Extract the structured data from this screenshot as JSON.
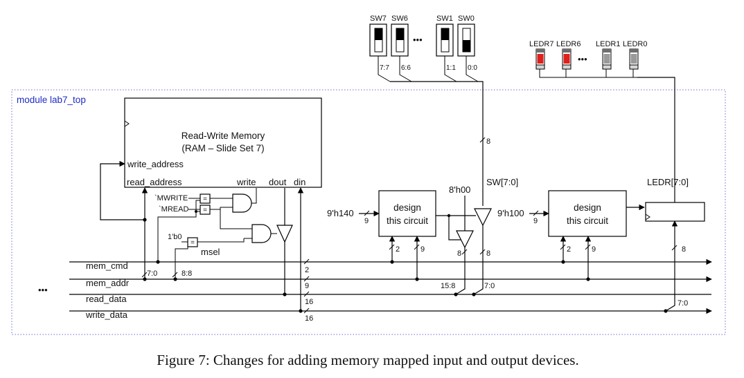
{
  "module_label": "module lab7_top",
  "memory": {
    "title": "Read-Write Memory",
    "subtitle": "(RAM – Slide Set 7)",
    "write_address": "write_address",
    "read_address": "read_address",
    "write": "write",
    "dout": "dout",
    "din": "din"
  },
  "switches": {
    "labels": [
      "SW7",
      "SW6",
      "SW1",
      "SW0"
    ],
    "bits": [
      "7:7",
      "6:6",
      "1:1",
      "0:0"
    ],
    "ellipsis": "•••"
  },
  "leds": {
    "labels": [
      "LEDR7",
      "LEDR6",
      "LEDR1",
      "LEDR0"
    ],
    "ellipsis": "•••",
    "colors": [
      "#e0201a",
      "#e0201a",
      "#9a9a9a",
      "#9a9a9a"
    ]
  },
  "controls": {
    "mwrite": "`MWRITE",
    "mread": "`MREAD",
    "one_b0": "1'b0",
    "msel": "msel",
    "eq": "="
  },
  "design_left": {
    "line1": "design",
    "line2": "this circuit",
    "input": "9'h140",
    "in_width": "9",
    "bus1": "2",
    "bus2": "9"
  },
  "design_right": {
    "line1": "design",
    "line2": "this circuit",
    "input": "9'h100",
    "in_width": "9",
    "bus1": "2",
    "bus2": "9"
  },
  "sw_bus": {
    "label": "SW[7:0]",
    "width": "8",
    "const": "8'h00",
    "w_left": "8",
    "w_right": "8",
    "slice_hi": "15:8",
    "slice_lo": "7:0"
  },
  "ledr_bus": {
    "label": "LEDR[7:0]",
    "width": "8",
    "slice": "7:0"
  },
  "buses": [
    {
      "name": "mem_cmd",
      "width": "2"
    },
    {
      "name": "mem_addr",
      "width": "9"
    },
    {
      "name": "read_data",
      "width": "16"
    },
    {
      "name": "write_data",
      "width": "16"
    }
  ],
  "addr_slices": {
    "a": "7:0",
    "b": "8:8"
  },
  "left_ellipsis": "•••",
  "caption": "Figure 7: Changes for adding memory mapped input and output devices."
}
